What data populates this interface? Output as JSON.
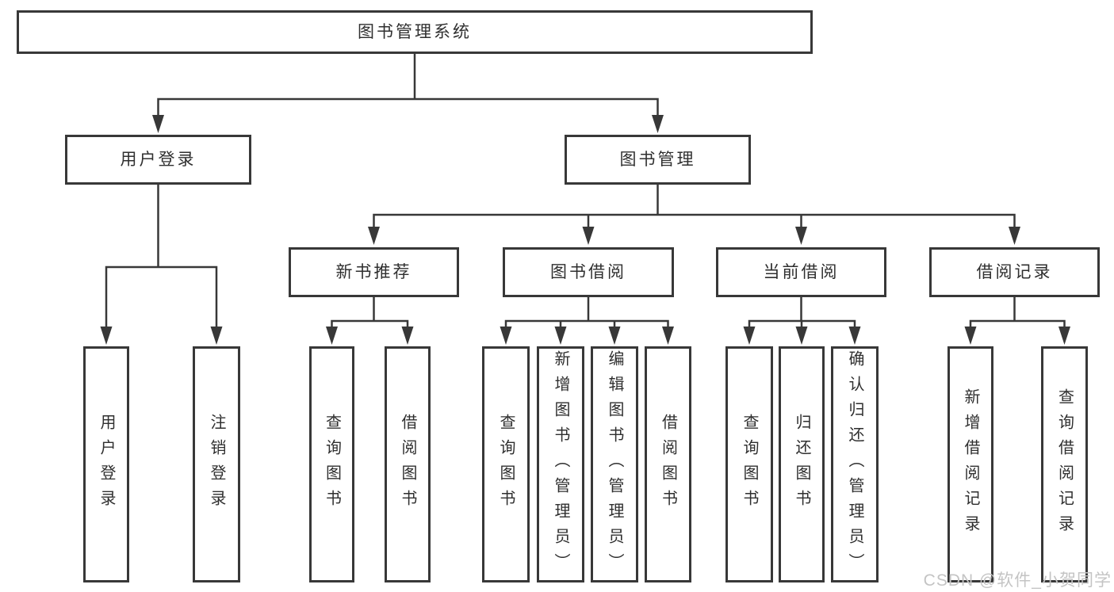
{
  "tree": {
    "root": {
      "label": "图书管理系统",
      "children": [
        {
          "label": "用户登录",
          "children": [
            {
              "label": "用户登录"
            },
            {
              "label": "注销登录"
            }
          ]
        },
        {
          "label": "图书管理",
          "children": [
            {
              "label": "新书推荐",
              "children": [
                {
                  "label": "查询图书"
                },
                {
                  "label": "借阅图书"
                }
              ]
            },
            {
              "label": "图书借阅",
              "children": [
                {
                  "label": "查询图书"
                },
                {
                  "label": "新增图书（管理员）"
                },
                {
                  "label": "编辑图书（管理员）"
                },
                {
                  "label": "借阅图书"
                }
              ]
            },
            {
              "label": "当前借阅",
              "children": [
                {
                  "label": "查询图书"
                },
                {
                  "label": "归还图书"
                },
                {
                  "label": "确认归还（管理员）"
                }
              ]
            },
            {
              "label": "借阅记录",
              "children": [
                {
                  "label": "新增借阅记录"
                },
                {
                  "label": "查询借阅记录"
                }
              ]
            }
          ]
        }
      ]
    }
  },
  "watermark": {
    "text": "CSDN @软件_小贺同学"
  },
  "colors": {
    "line": "#383838",
    "text": "#2f2f2f",
    "watermark": "#c4c4c4",
    "background": "#ffffff"
  }
}
